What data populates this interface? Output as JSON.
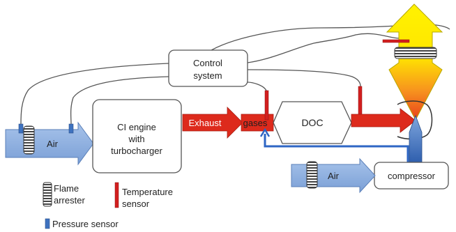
{
  "control_box": {
    "line1": "Control",
    "line2": "system"
  },
  "engine_box": {
    "line1": "CI engine",
    "line2": "with",
    "line3": "turbocharger"
  },
  "exhaust_label": "Exhaust",
  "gases_label": "gases",
  "doc_label": "DOC",
  "air_inlet_label": "Air",
  "air_compressor_label": "Air",
  "compressor_label": "compressor",
  "legend": {
    "flame_arrester": {
      "line1": "Flame",
      "line2": "arrester"
    },
    "temperature_sensor": {
      "line1": "Temperature",
      "line2": "sensor"
    },
    "pressure_sensor": "Pressure sensor"
  },
  "colors": {
    "air_blue": "#8aaee0",
    "exhaust_red": "#dd2a1c",
    "sensor_red": "#d21f1f",
    "pressure_blue": "#3e72bf",
    "flame_yellow": "#fff200",
    "flame_orange": "#f7931e",
    "feedback_blue": "#2e66c4",
    "wire_grey": "#555555"
  }
}
